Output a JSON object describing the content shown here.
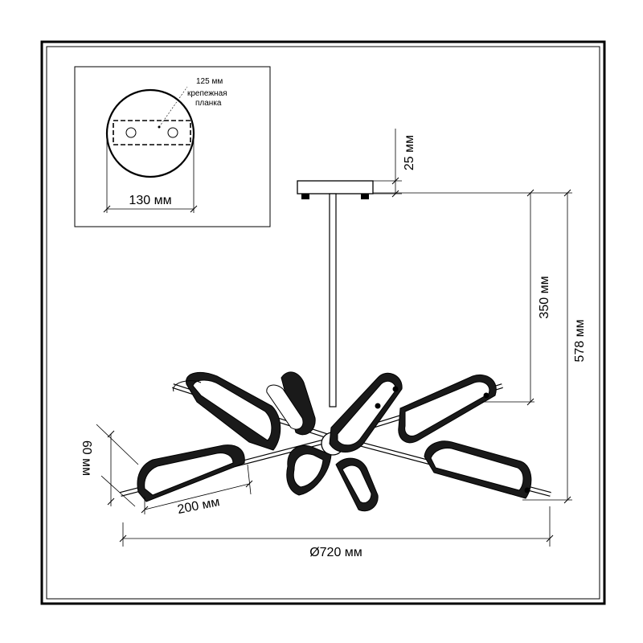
{
  "dimensions": {
    "canopy_thickness": "25 мм",
    "arm_height": "350 мм",
    "total_height": "578 мм",
    "shade_height": "60 мм",
    "shade_length": "200 мм",
    "diameter": "Ø720 мм"
  },
  "inset": {
    "plate_length": "125 мм",
    "plate_label_line1": "крепежная",
    "plate_label_line2": "планка",
    "canopy_diameter": "130 мм"
  },
  "colors": {
    "line": "#000000",
    "shade_body": "#1a1a1a",
    "shade_inside": "#ffffff"
  }
}
